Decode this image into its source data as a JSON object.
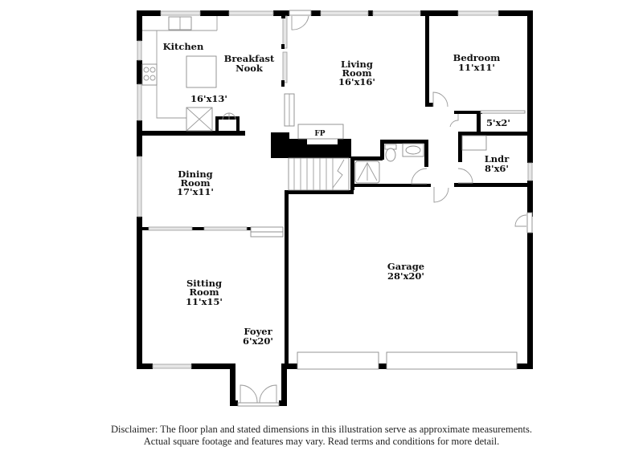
{
  "rooms": {
    "kitchen": {
      "name": "Kitchen"
    },
    "breakfast_nook": {
      "name_line1": "Breakfast",
      "name_line2": "Nook",
      "dimensions": "16'x13'"
    },
    "living_room": {
      "name_line1": "Living",
      "name_line2": "Room",
      "dimensions": "16'x16'"
    },
    "bedroom": {
      "name": "Bedroom",
      "dimensions": "11'x11'"
    },
    "closet": {
      "dimensions": "5'x2'"
    },
    "fireplace": {
      "name": "FP"
    },
    "laundry": {
      "name": "Lndr",
      "dimensions": "8'x6'"
    },
    "dining_room": {
      "name_line1": "Dining",
      "name_line2": "Room",
      "dimensions": "17'x11'"
    },
    "sitting_room": {
      "name_line1": "Sitting",
      "name_line2": "Room",
      "dimensions": "11'x15'"
    },
    "foyer": {
      "name": "Foyer",
      "dimensions": "6'x20'"
    },
    "garage": {
      "name": "Garage",
      "dimensions": "28'x20'"
    }
  },
  "disclaimer": {
    "line1": "Disclaimer: The floor plan and stated dimensions in this illustration serve as approximate measurements.",
    "line2": "Actual square footage and features may vary. Read terms and conditions for more detail."
  }
}
